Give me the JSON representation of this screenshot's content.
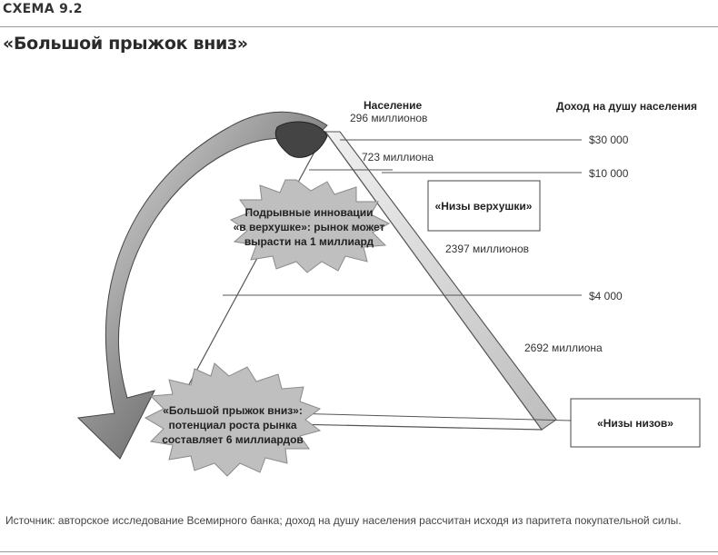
{
  "header": {
    "scheme_label": "СХЕМА 9.2",
    "title": "«Большой прыжок вниз»"
  },
  "diagram": {
    "population_header": "Население",
    "income_header": "Доход на душу населения",
    "tiers": [
      {
        "population": "296 миллионов",
        "income": "$30 000"
      },
      {
        "population": "723 миллиона",
        "income": "$10 000"
      },
      {
        "population": "2397 миллионов",
        "income": "$4 000"
      },
      {
        "population": "2692 миллиона",
        "income": ""
      }
    ],
    "boxes": {
      "top_of_bottom": "«Низы верхушки»",
      "bottom_of_bottom": "«Низы низов»"
    },
    "bursts": {
      "upper": [
        "Подрывные инновации",
        "«в верхушке»: рынок может",
        "вырасти на 1 миллиард"
      ],
      "lower": [
        "«Большой прыжок вниз»:",
        "потенциал роста рынка",
        "составляет 6 миллиардов"
      ]
    }
  },
  "footer": {
    "source": "Источник: авторское исследование Всемирного банка; доход на душу населения рассчитан исходя из паритета покупательной силы."
  }
}
